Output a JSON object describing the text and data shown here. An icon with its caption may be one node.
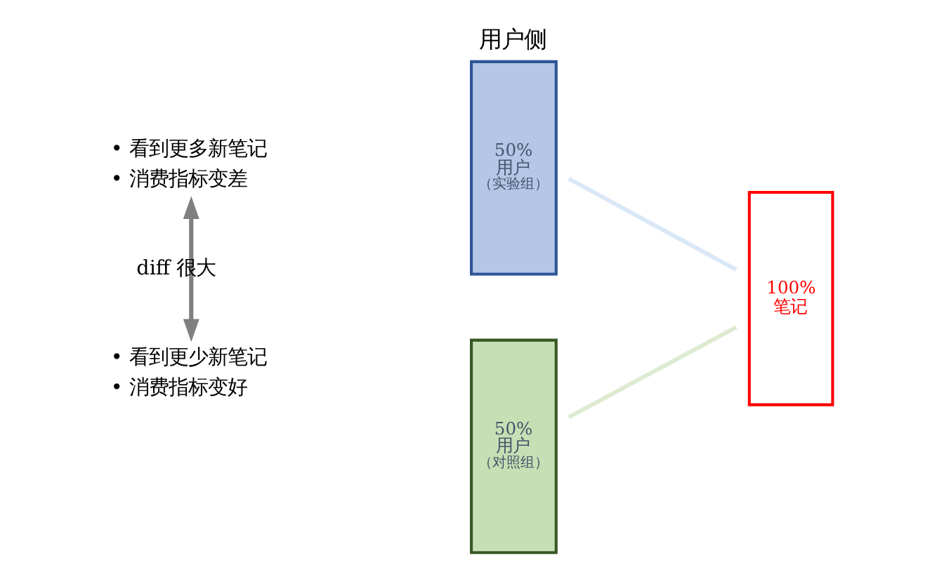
{
  "diagram": {
    "nodes": [
      {
        "text": [
          "用户侧",
          "50%",
          "用户",
          "（实验组）"
        ]
      },
      {
        "text": [
          "50%",
          "用户",
          "（对照组）"
        ]
      },
      {
        "text": [
          "100%",
          "笔记"
        ]
      },
      {
        "text": [
          "• 看到更多新笔记",
          "• 消费指标变差"
        ]
      },
      {
        "text": [
          "• 看到更少新笔记",
          "• 消费指标变好"
        ]
      }
    ],
    "edges": [
      {
        "from": 0,
        "to": 2,
        "arrow": "none",
        "color": "#dae8f6"
      },
      {
        "from": 1,
        "to": 2,
        "arrow": "none",
        "color": "#dcebd2"
      },
      {
        "from": 3,
        "to": 4,
        "arrow": "both",
        "label": "diff 很大",
        "color": "#808080"
      }
    ]
  }
}
